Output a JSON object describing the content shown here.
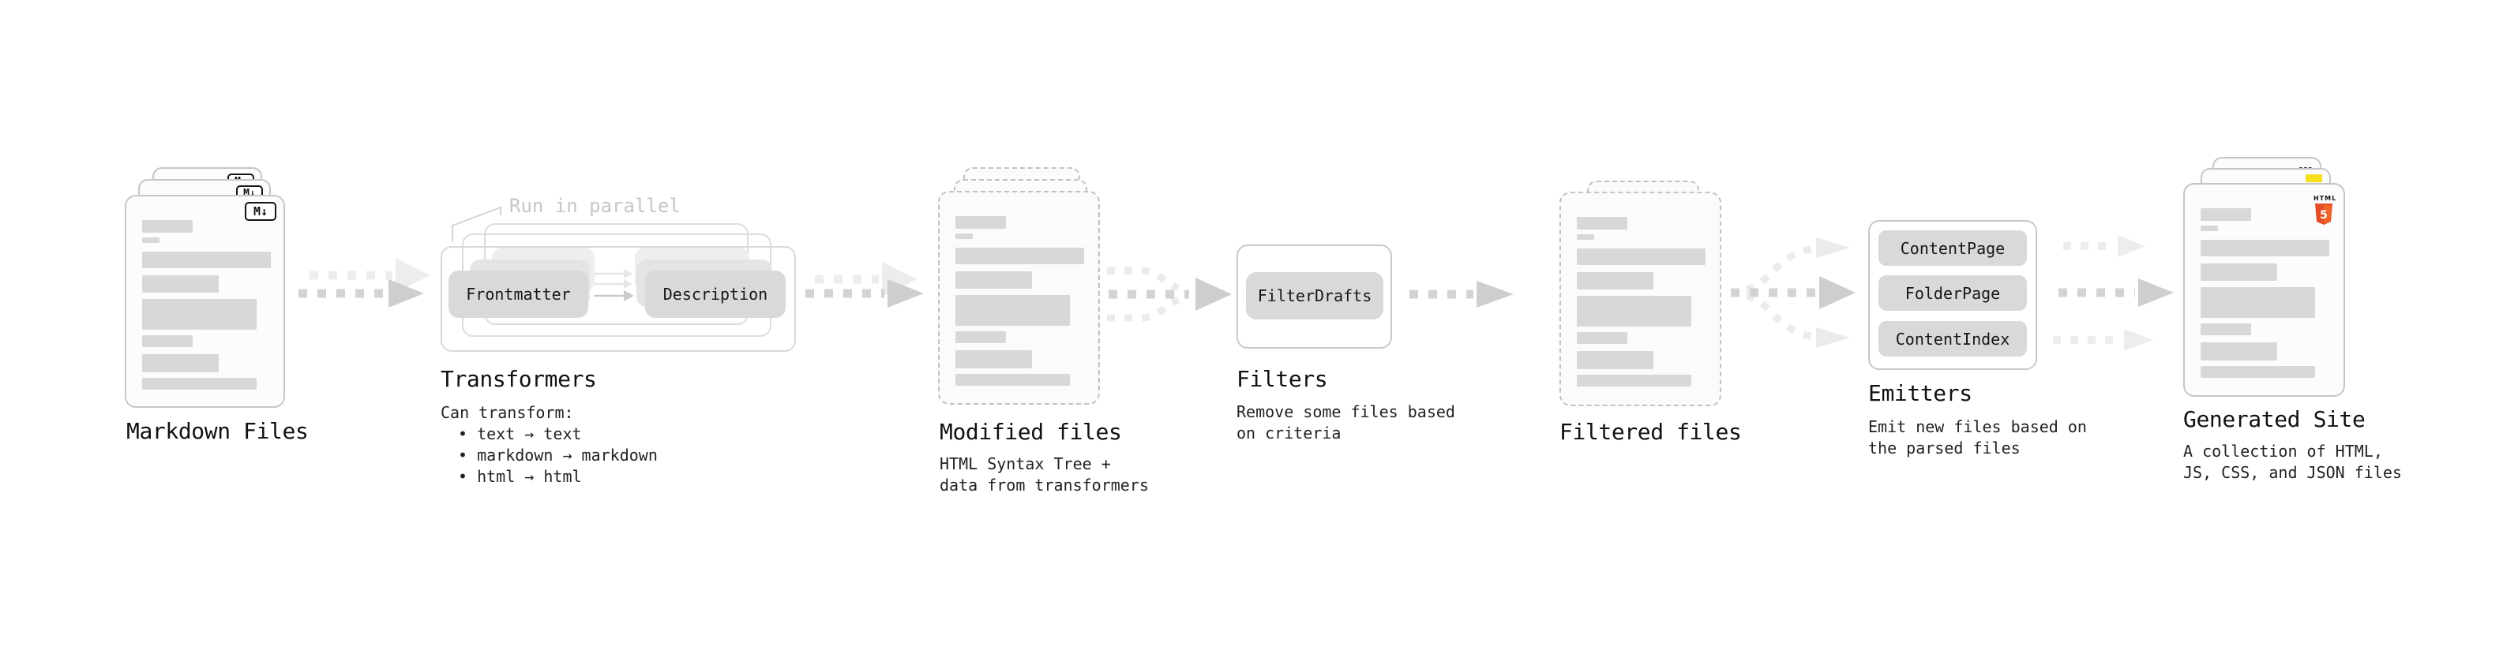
{
  "badges": {
    "markdown": "M↓",
    "css": "CSS",
    "html": "HTML",
    "html5_number": "5"
  },
  "stages": {
    "markdown": {
      "label": "Markdown Files"
    },
    "transformers": {
      "label": "Transformers",
      "annotation": "Run in parallel",
      "frontmatter_button": "Frontmatter",
      "description_button": "Description",
      "can_transform": "Can transform:",
      "bullets": [
        "• text → text",
        "• markdown → markdown",
        "• html → html"
      ]
    },
    "modified": {
      "label": "Modified files",
      "desc": [
        "HTML Syntax Tree +",
        "data from transformers"
      ]
    },
    "filters": {
      "label": "Filters",
      "button": "FilterDrafts",
      "desc": [
        "Remove some files based",
        "on criteria"
      ]
    },
    "filtered": {
      "label": "Filtered files"
    },
    "emitters": {
      "label": "Emitters",
      "buttons": [
        "ContentPage",
        "FolderPage",
        "ContentIndex"
      ],
      "desc": [
        "Emit new files based on",
        "the parsed files"
      ]
    },
    "generated": {
      "label": "Generated Site",
      "desc": [
        "A collection of HTML,",
        "JS, CSS, and JSON files"
      ]
    }
  },
  "colors": {
    "html5_orange": "#e44d26",
    "html5_orange_light": "#f16529",
    "js_yellow": "#f7df1e",
    "css_blue": "#2965f1"
  }
}
